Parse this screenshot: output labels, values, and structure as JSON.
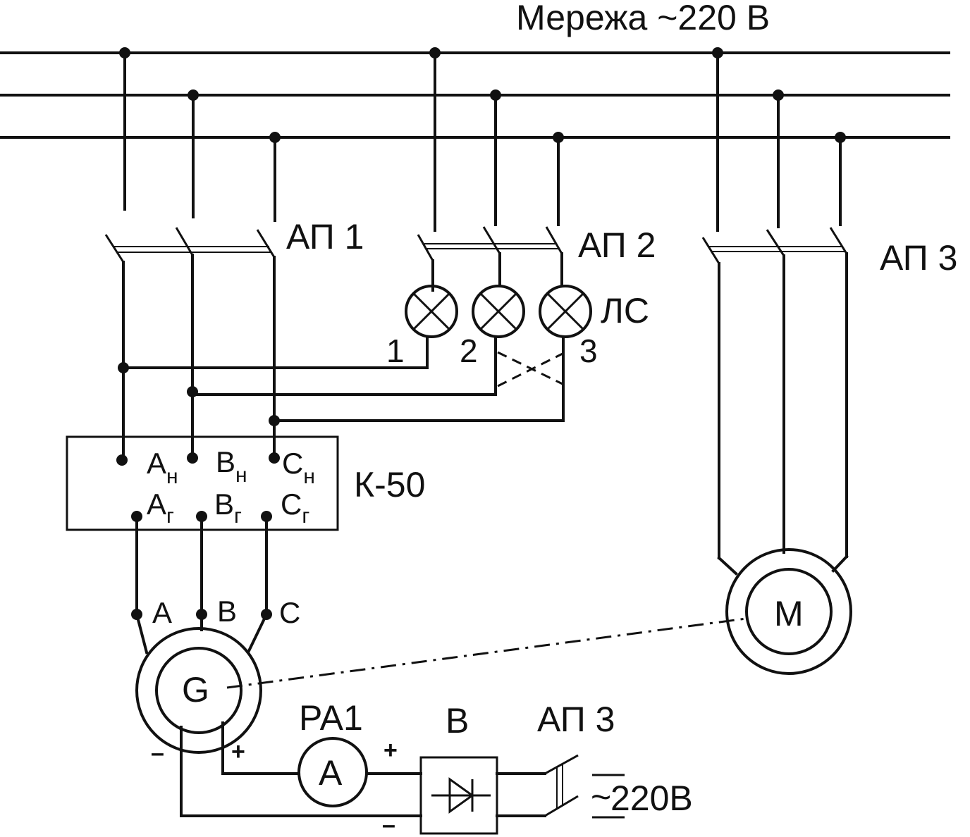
{
  "network": {
    "title": "Мережа ~220 В"
  },
  "breakers": {
    "ap1": "АП 1",
    "ap2": "АП 2",
    "ap3": "АП 3",
    "ap3_dc": "АП 3"
  },
  "lamps": {
    "label": "ЛС",
    "numbers": [
      "1",
      "2",
      "3"
    ]
  },
  "contactor": {
    "name": "К-50",
    "terminals_top": [
      {
        "letter": "А",
        "sub": "н"
      },
      {
        "letter": "В",
        "sub": "н"
      },
      {
        "letter": "С",
        "sub": "н"
      }
    ],
    "terminals_bottom": [
      {
        "letter": "А",
        "sub": "г"
      },
      {
        "letter": "В",
        "sub": "г"
      },
      {
        "letter": "С",
        "sub": "г"
      }
    ]
  },
  "generator": {
    "symbol": "G",
    "phases": [
      "А",
      "В",
      "С"
    ],
    "minus": "–",
    "plus": "+"
  },
  "motor": {
    "symbol": "М"
  },
  "ammeter": {
    "name": "PA1",
    "symbol": "A",
    "plus": "+",
    "minus": "–"
  },
  "rectifier": {
    "name": "В"
  },
  "supply": {
    "label": "220В",
    "tilde": "~"
  }
}
